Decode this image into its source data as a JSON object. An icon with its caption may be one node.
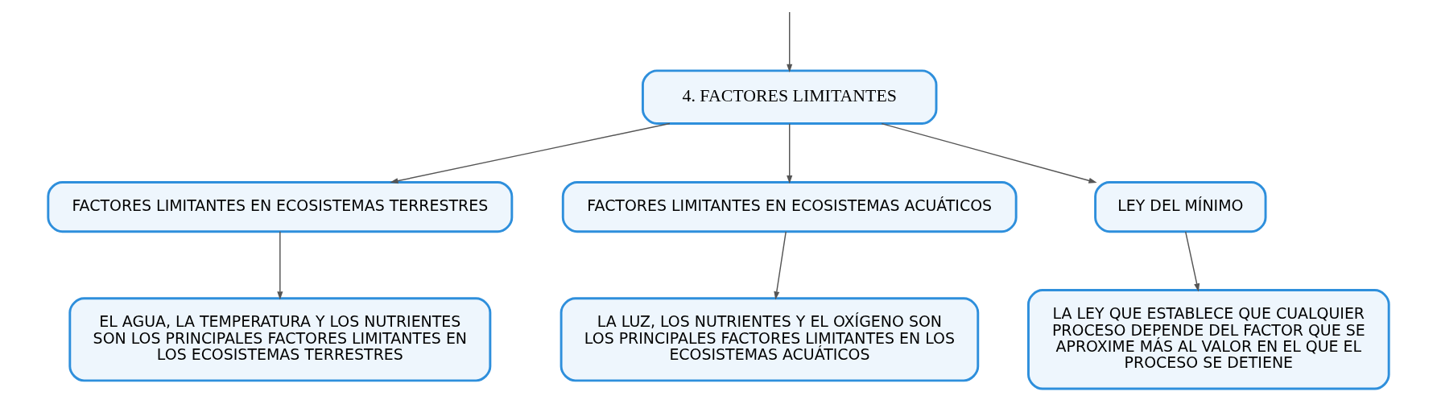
{
  "diagram": {
    "nodes": [
      {
        "text": [
          "4. FACTORES LIMITANTES"
        ]
      },
      {
        "text": [
          "FACTORES LIMITANTES EN ECOSISTEMAS TERRESTRES"
        ]
      },
      {
        "text": [
          "FACTORES LIMITANTES EN ECOSISTEMAS ACUÁTICOS"
        ]
      },
      {
        "text": [
          "LEY DEL MÍNIMO"
        ]
      },
      {
        "text": [
          "EL AGUA, LA TEMPERATURA Y LOS NUTRIENTES SON LOS PRINCIPALES FACTORES LIMITANTES EN LOS ECOSISTEMAS TERRESTRES"
        ]
      },
      {
        "text": [
          "LA LUZ, LOS NUTRIENTES Y EL OXÍGENO SON LOS PRINCIPALES FACTORES LIMITANTES EN LOS ECOSISTEMAS ACUÁTICOS"
        ]
      },
      {
        "text": [
          "LA LEY QUE ESTABLECE QUE CUALQUIER PROCESO DEPENDE DEL FACTOR QUE SE APROXIME MÁS AL VALOR EN EL QUE EL PROCESO SE DETIENE"
        ]
      }
    ],
    "edges": [
      {
        "from": null,
        "to": 0,
        "arrow": "to"
      },
      {
        "from": 0,
        "to": 1,
        "arrow": "to"
      },
      {
        "from": 0,
        "to": 2,
        "arrow": "to"
      },
      {
        "from": 0,
        "to": 3,
        "arrow": "to"
      },
      {
        "from": 1,
        "to": 4,
        "arrow": "to"
      },
      {
        "from": 2,
        "to": 5,
        "arrow": "to"
      },
      {
        "from": 3,
        "to": 6,
        "arrow": "to"
      }
    ]
  }
}
